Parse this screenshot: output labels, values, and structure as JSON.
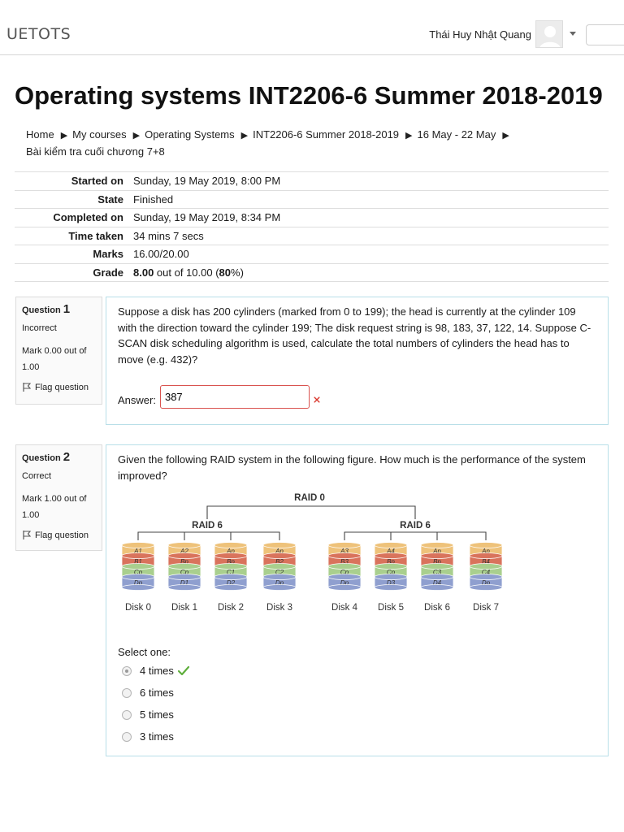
{
  "header": {
    "brand": "UETOTS",
    "username": "Thái Huy Nhật Quang"
  },
  "page_title": "Operating systems INT2206-6 Summer 2018-2019",
  "breadcrumb": [
    "Home",
    "My courses",
    "Operating Systems",
    "INT2206-6 Summer 2018-2019",
    "16 May - 22 May",
    "Bài kiểm tra cuối chương 7+8"
  ],
  "summary": {
    "started_on": {
      "label": "Started on",
      "value": "Sunday, 19 May 2019, 8:00 PM"
    },
    "state": {
      "label": "State",
      "value": "Finished"
    },
    "completed_on": {
      "label": "Completed on",
      "value": "Sunday, 19 May 2019, 8:34 PM"
    },
    "time_taken": {
      "label": "Time taken",
      "value": "34 mins 7 secs"
    },
    "marks": {
      "label": "Marks",
      "value": "16.00/20.00"
    },
    "grade": {
      "label": "Grade",
      "value_bold": "8.00",
      "value_mid": " out of 10.00 (",
      "percent": "80",
      "value_end": "%)"
    }
  },
  "q1": {
    "label": "Question",
    "number": "1",
    "state": "Incorrect",
    "mark": "Mark 0.00 out of 1.00",
    "flag": "Flag question",
    "text": "Suppose a disk has 200 cylinders (marked from 0 to 199); the head is currently at the cylinder 109 with the direction toward the cylinder 199; The disk request string is 98, 183, 37, 122, 14. Suppose C-SCAN disk scheduling algorithm is used, calculate the total numbers of cylinders the head has to move (e.g. 432)?",
    "answer_label": "Answer:",
    "answer_value": "387"
  },
  "q2": {
    "label": "Question",
    "number": "2",
    "state": "Correct",
    "mark": "Mark 1.00 out of 1.00",
    "flag": "Flag question",
    "text": "Given the following RAID system in the following figure. How much is the performance of the system improved?",
    "select_one": "Select one:",
    "options": [
      {
        "label": "4 times",
        "checked": true,
        "correct": true
      },
      {
        "label": "6 times",
        "checked": false,
        "correct": false
      },
      {
        "label": "5 times",
        "checked": false,
        "correct": false
      },
      {
        "label": "3 times",
        "checked": false,
        "correct": false
      }
    ]
  },
  "raid": {
    "top_label": "RAID 0",
    "group_labels": [
      "RAID 6",
      "RAID 6"
    ],
    "disks": [
      {
        "name": "Disk 0",
        "blocks": [
          "A1",
          "B1",
          "Cp",
          "Dp"
        ]
      },
      {
        "name": "Disk 1",
        "blocks": [
          "A2",
          "Bp",
          "Cp",
          "D1"
        ]
      },
      {
        "name": "Disk 2",
        "blocks": [
          "Ap",
          "Bp",
          "C1",
          "D2"
        ]
      },
      {
        "name": "Disk 3",
        "blocks": [
          "Ap",
          "B2",
          "C2",
          "Dp"
        ]
      },
      {
        "name": "Disk 4",
        "blocks": [
          "A3",
          "B3",
          "Cp",
          "Dp"
        ]
      },
      {
        "name": "Disk 5",
        "blocks": [
          "A4",
          "Bp",
          "Cp",
          "D3"
        ]
      },
      {
        "name": "Disk 6",
        "blocks": [
          "Ap",
          "Bp",
          "C3",
          "D4"
        ]
      },
      {
        "name": "Disk 7",
        "blocks": [
          "Ap",
          "B4",
          "C4",
          "Dp"
        ]
      }
    ],
    "colors": {
      "A": "#eec27a",
      "B": "#d9735c",
      "C": "#a9cf8e",
      "D": "#8f9fcf"
    }
  }
}
